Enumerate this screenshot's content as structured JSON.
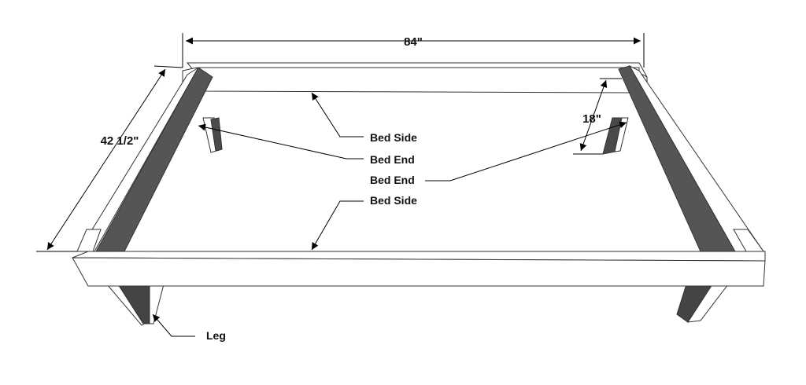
{
  "diagram": {
    "dimensions": {
      "length": "84\"",
      "width": "42 1/2\"",
      "leg_height": "18\""
    },
    "callouts": {
      "bed_side_back": "Bed Side",
      "bed_end_left": "Bed End",
      "bed_end_right": "Bed End",
      "bed_side_front": "Bed Side",
      "leg": "Leg"
    },
    "colors": {
      "wood_face": "#ffffff",
      "wood_inner": "#5a5a5a",
      "wood_dark": "#3c3c3c",
      "outline": "#333333",
      "background": "#ffffff"
    }
  }
}
